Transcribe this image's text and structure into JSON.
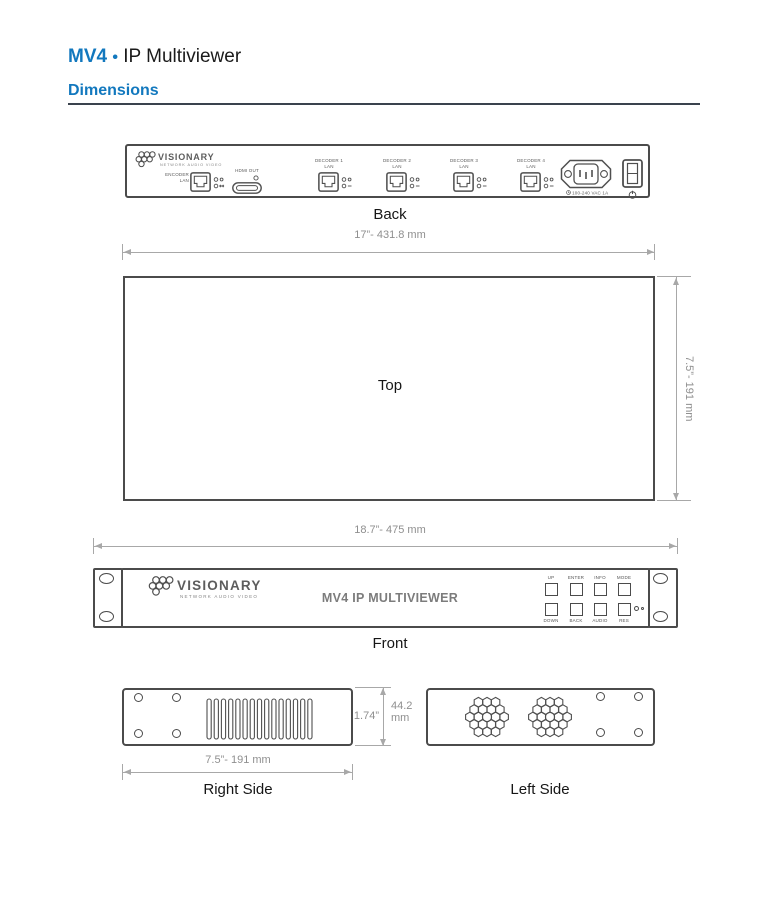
{
  "header": {
    "product": "MV4",
    "bullet": "•",
    "subtitle": "IP Multiviewer",
    "section_title": "Dimensions"
  },
  "brand": {
    "name": "VISIONARY",
    "tagline": "NETWORK AUDIO VIDEO"
  },
  "back_view": {
    "label": "Back",
    "encoder_line1": "ENCODER",
    "encoder_line2": "LAN",
    "hdmi_label": "HDMI OUT",
    "decoders": [
      {
        "name": "DECODER 1",
        "port": "LAN"
      },
      {
        "name": "DECODER 2",
        "port": "LAN"
      },
      {
        "name": "DECODER 3",
        "port": "LAN"
      },
      {
        "name": "DECODER 4",
        "port": "LAN"
      }
    ],
    "power_rating": "100-240 VAC 1A"
  },
  "top_view": {
    "label": "Top"
  },
  "front_view": {
    "label": "Front",
    "model_title": "MV4 IP MULTIVIEWER",
    "buttons_top": [
      "UP",
      "ENTER",
      "INFO",
      "MODE"
    ],
    "buttons_bottom": [
      "DOWN",
      "BACK",
      "AUDIO",
      "RES"
    ]
  },
  "right_side_view": {
    "label": "Right Side"
  },
  "left_side_view": {
    "label": "Left Side"
  },
  "dimensions": {
    "back_width": "17”- 431.8 mm",
    "front_width": "18.7”- 475 mm",
    "depth": "7.5”- 191 mm",
    "side_depth": "7.5”- 191 mm",
    "height_in": "1.74”",
    "height_mm": "44.2\nmm"
  },
  "colors": {
    "accent": "#1278BE",
    "line_dark": "#4b4b4b",
    "dim_gray": "#8f8f8f"
  }
}
